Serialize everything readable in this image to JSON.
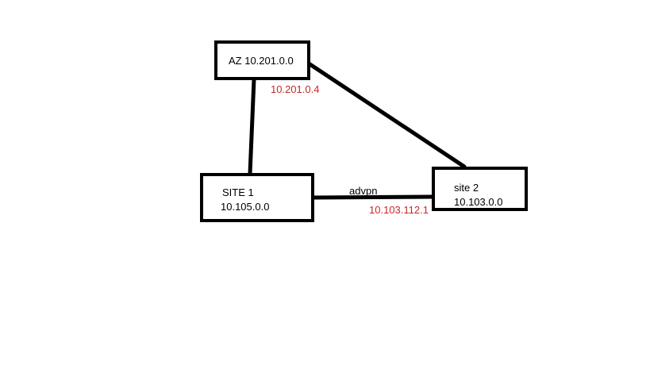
{
  "diagram": {
    "nodes": {
      "az": {
        "label": "AZ 10.201.0.0"
      },
      "site1": {
        "label": "SITE 1",
        "subnet": "10.105.0.0"
      },
      "site2": {
        "label": "site 2",
        "subnet": "10.103.0.0"
      }
    },
    "links": {
      "site1_site2": {
        "label": "advpn"
      }
    },
    "annotations": {
      "az_ip": "10.201.0.4",
      "site2_ip": "10.103.112.1"
    },
    "colors": {
      "line": "#000000",
      "ip_annotation": "#c8262c"
    }
  }
}
